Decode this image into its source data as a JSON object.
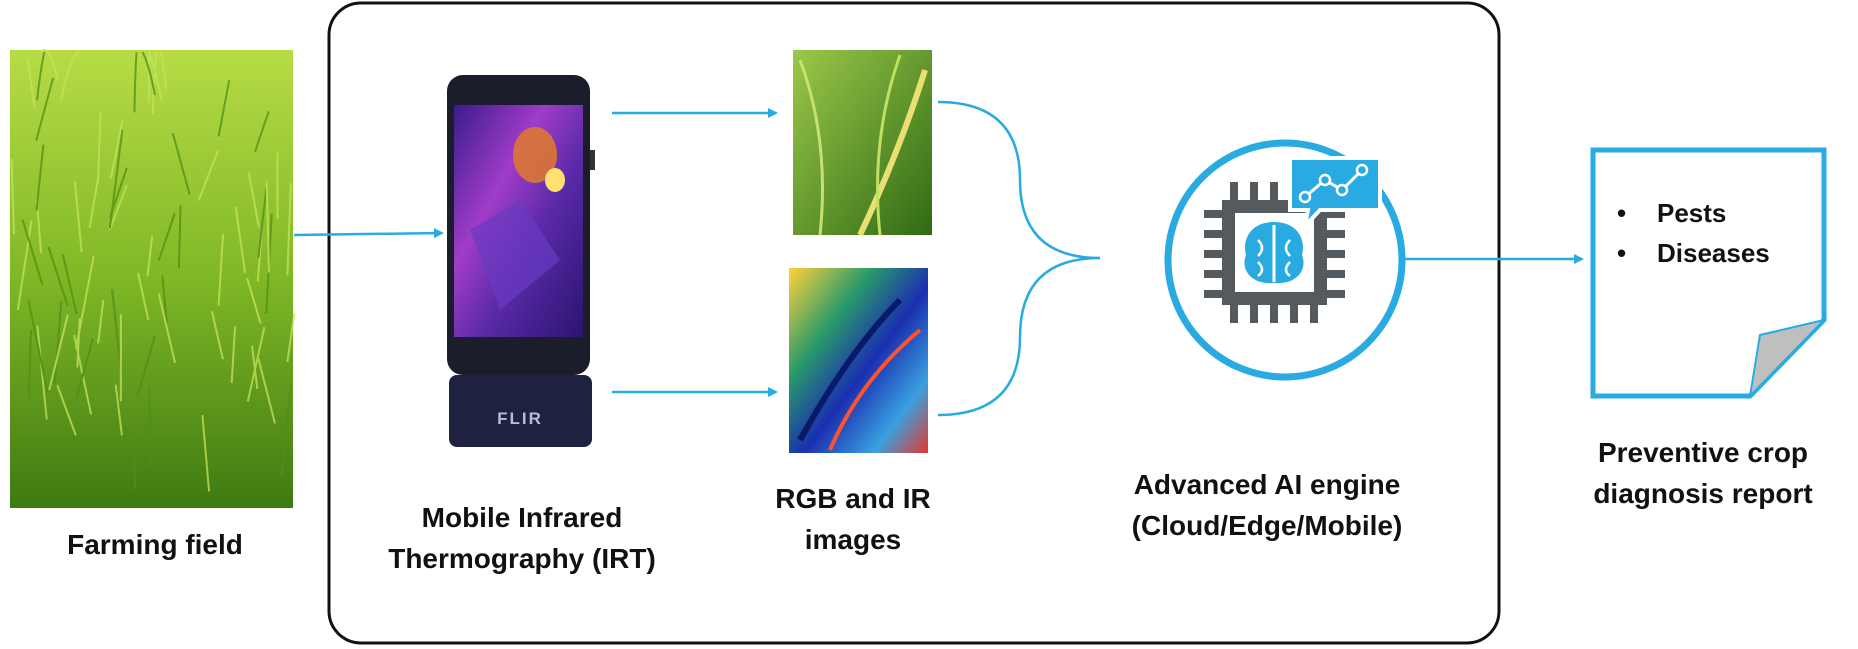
{
  "colors": {
    "arrow": "#29ABE2",
    "frame": "#111111",
    "grass_light": "#a8d43a",
    "grass_dark": "#3f7a12",
    "phone_body": "#1b1e2a"
  },
  "labels": {
    "field": "Farming field",
    "irt_line1": "Mobile Infrared",
    "irt_line2": "Thermography (IRT)",
    "images_line1": "RGB and IR",
    "images_line2": "images",
    "ai_line1": "Advanced AI engine",
    "ai_line2": "(Cloud/Edge/Mobile)",
    "report_line1": "Preventive crop",
    "report_line2": "diagnosis report"
  },
  "report_items": [
    "Pests",
    "Diseases"
  ],
  "device_brand": "FLIR",
  "icons": {
    "field": "grass-field-image",
    "device": "flir-phone-icon",
    "rgb": "rgb-leaf-image",
    "ir": "infrared-heatmap-image",
    "ai": "ai-chip-brain-icon",
    "report": "report-document-icon"
  }
}
